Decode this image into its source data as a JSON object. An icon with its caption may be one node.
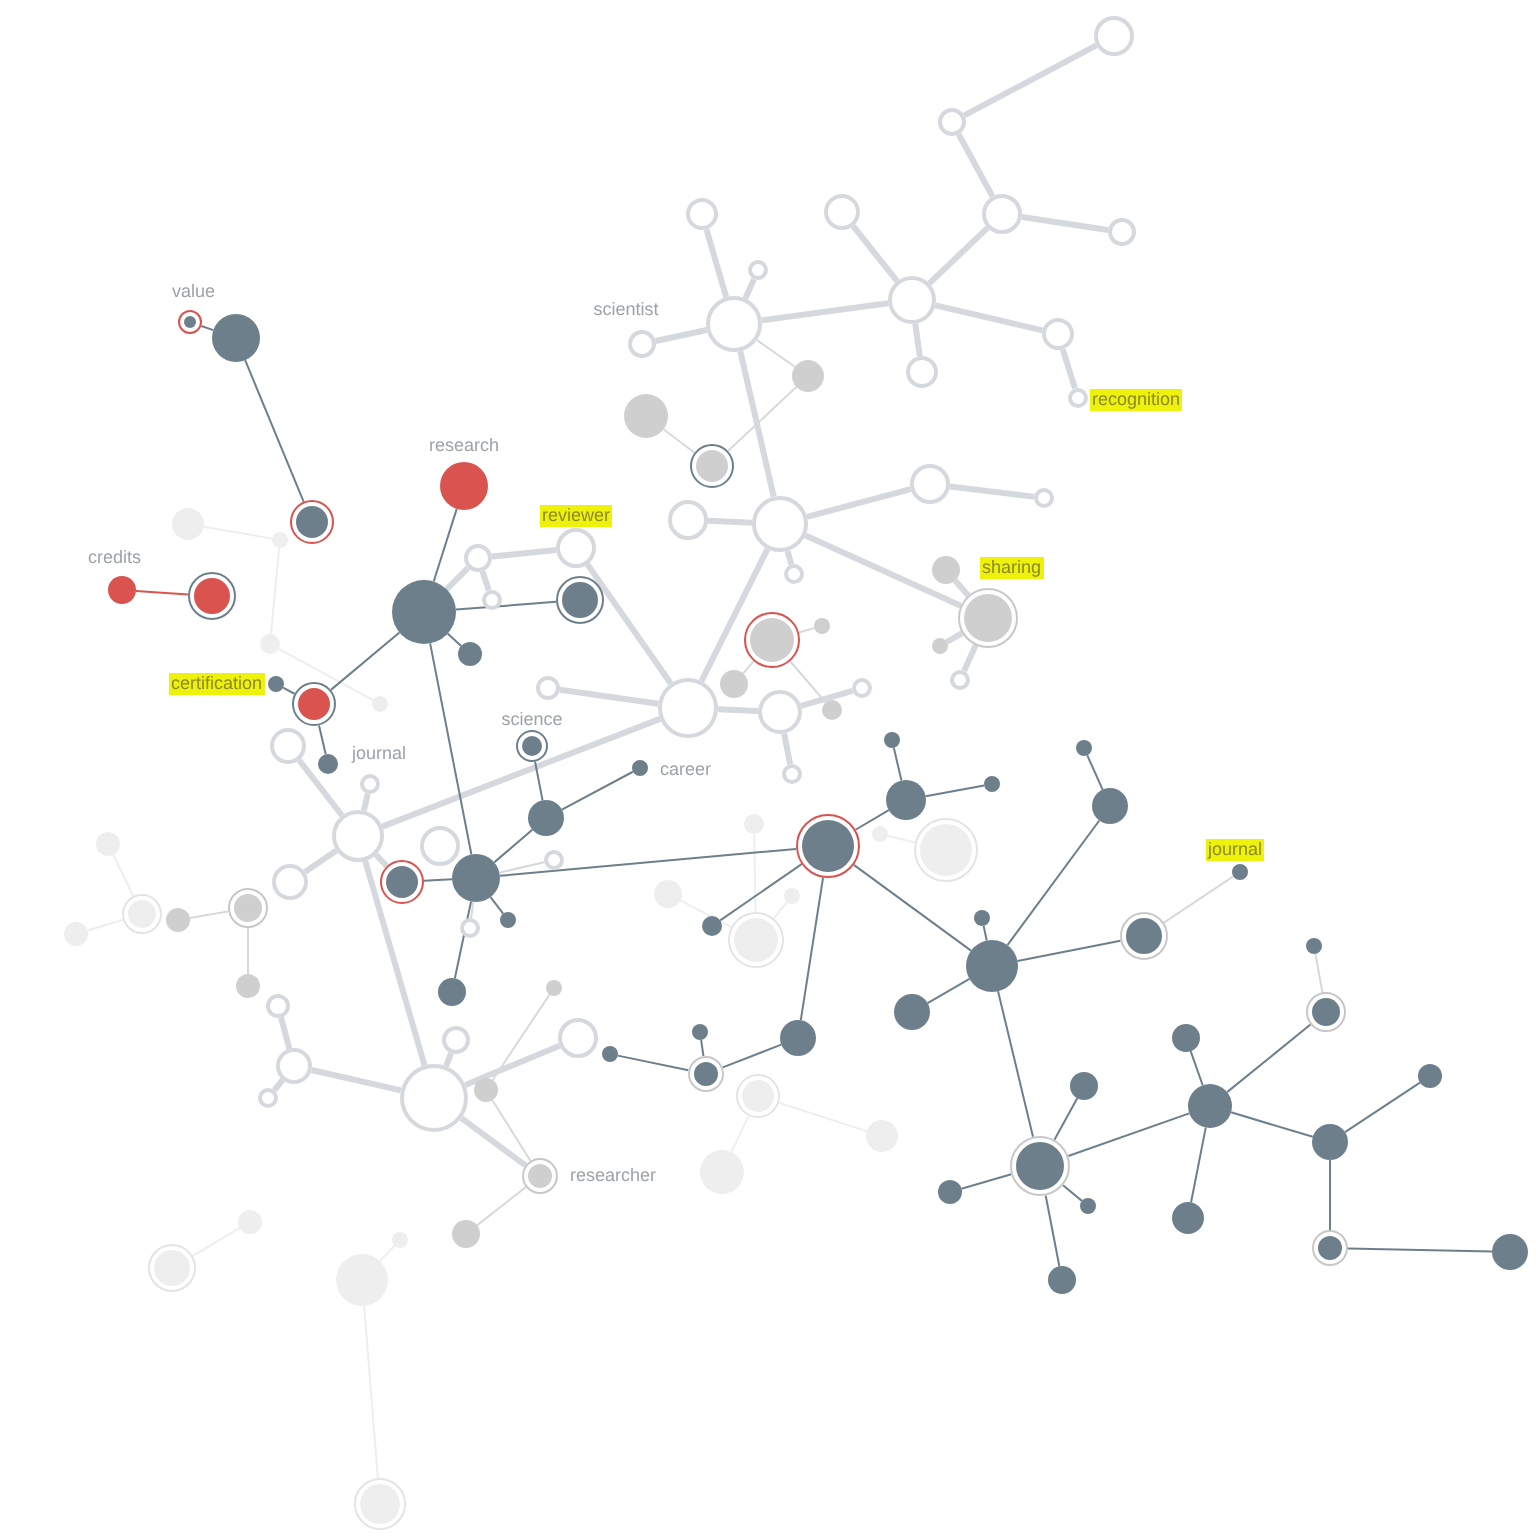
{
  "diagram": {
    "nodes": [
      {
        "text": [],
        "shape": "circle"
      },
      {
        "text": [],
        "shape": "circle"
      },
      {
        "text": [],
        "shape": "circle"
      },
      {
        "text": [],
        "shape": "circle"
      },
      {
        "text": [],
        "shape": "circle"
      },
      {
        "text": [],
        "shape": "circle"
      },
      {
        "text": [],
        "shape": "circle"
      },
      {
        "text": [],
        "shape": "circle"
      },
      {
        "text": [],
        "shape": "circle",
        "beside": [
          "recognition"
        ]
      },
      {
        "text": [],
        "shape": "circle"
      },
      {
        "text": [],
        "shape": "circle"
      },
      {
        "text": [],
        "shape": "circle"
      },
      {
        "text": [],
        "shape": "circle",
        "beside": [
          "scientist"
        ]
      },
      {
        "text": [],
        "shape": "circle"
      },
      {
        "text": [],
        "shape": "circle"
      },
      {
        "text": [],
        "shape": "circle"
      },
      {
        "text": [],
        "shape": "circle"
      },
      {
        "text": [],
        "shape": "circle"
      },
      {
        "text": [],
        "shape": "circle"
      },
      {
        "text": [],
        "shape": "circle"
      },
      {
        "text": [],
        "shape": "circle"
      },
      {
        "text": [],
        "shape": "circle"
      },
      {
        "text": [],
        "shape": "circle",
        "beside": [
          "sharing"
        ]
      },
      {
        "text": [],
        "shape": "circle"
      },
      {
        "text": [],
        "shape": "circle"
      },
      {
        "text": [],
        "shape": "circle"
      },
      {
        "text": [],
        "shape": "circle"
      },
      {
        "text": [],
        "shape": "circle"
      },
      {
        "text": [],
        "shape": "circle"
      },
      {
        "text": [],
        "shape": "circle"
      },
      {
        "text": [],
        "shape": "circle"
      },
      {
        "text": [],
        "shape": "circle"
      },
      {
        "text": [],
        "shape": "circle"
      },
      {
        "text": [],
        "shape": "circle",
        "beside": [
          "value"
        ]
      },
      {
        "text": [],
        "shape": "circle"
      },
      {
        "text": [],
        "shape": "circle"
      },
      {
        "text": [],
        "shape": "circle"
      },
      {
        "text": [],
        "shape": "circle"
      },
      {
        "text": [],
        "shape": "circle"
      },
      {
        "text": [],
        "shape": "circle",
        "beside": [
          "research"
        ]
      },
      {
        "text": [],
        "shape": "circle",
        "beside": [
          "credits"
        ]
      },
      {
        "text": [],
        "shape": "circle"
      },
      {
        "text": [],
        "shape": "circle"
      },
      {
        "text": [],
        "shape": "circle",
        "beside": [
          "reviewer"
        ]
      },
      {
        "text": [],
        "shape": "circle"
      },
      {
        "text": [],
        "shape": "circle"
      },
      {
        "text": [],
        "shape": "circle"
      },
      {
        "text": [],
        "shape": "circle"
      },
      {
        "text": [],
        "shape": "circle",
        "beside": [
          "certification"
        ]
      },
      {
        "text": [],
        "shape": "circle"
      },
      {
        "text": [],
        "shape": "circle"
      },
      {
        "text": [],
        "shape": "circle"
      },
      {
        "text": [],
        "shape": "circle"
      },
      {
        "text": [],
        "shape": "circle",
        "beside": [
          "science"
        ]
      },
      {
        "text": [],
        "shape": "circle"
      },
      {
        "text": [],
        "shape": "circle",
        "beside": [
          "journal"
        ]
      },
      {
        "text": [],
        "shape": "circle",
        "beside": [
          "career"
        ]
      },
      {
        "text": [],
        "shape": "circle"
      },
      {
        "text": [],
        "shape": "circle"
      },
      {
        "text": [],
        "shape": "circle"
      },
      {
        "text": [],
        "shape": "circle"
      },
      {
        "text": [],
        "shape": "circle"
      },
      {
        "text": [],
        "shape": "circle"
      },
      {
        "text": [],
        "shape": "circle"
      },
      {
        "text": [],
        "shape": "circle"
      },
      {
        "text": [],
        "shape": "circle"
      },
      {
        "text": [],
        "shape": "circle"
      },
      {
        "text": [],
        "shape": "circle"
      },
      {
        "text": [],
        "shape": "circle"
      },
      {
        "text": [],
        "shape": "circle"
      },
      {
        "text": [],
        "shape": "circle"
      },
      {
        "text": [],
        "shape": "circle"
      },
      {
        "text": [],
        "shape": "circle"
      },
      {
        "text": [],
        "shape": "circle"
      },
      {
        "text": [],
        "shape": "circle"
      },
      {
        "text": [],
        "shape": "circle"
      },
      {
        "text": [],
        "shape": "circle"
      },
      {
        "text": [],
        "shape": "circle"
      },
      {
        "text": [],
        "shape": "circle"
      },
      {
        "text": [],
        "shape": "circle"
      },
      {
        "text": [],
        "shape": "circle"
      },
      {
        "text": [],
        "shape": "circle"
      },
      {
        "text": [],
        "shape": "circle",
        "beside": [
          "researcher"
        ]
      },
      {
        "text": [],
        "shape": "circle"
      },
      {
        "text": [],
        "shape": "circle"
      },
      {
        "text": [],
        "shape": "circle"
      },
      {
        "text": [],
        "shape": "circle"
      },
      {
        "text": [],
        "shape": "circle"
      },
      {
        "text": [],
        "shape": "circle"
      },
      {
        "text": [],
        "shape": "circle"
      },
      {
        "text": [],
        "shape": "circle"
      },
      {
        "text": [],
        "shape": "circle"
      },
      {
        "text": [],
        "shape": "circle"
      },
      {
        "text": [],
        "shape": "circle"
      },
      {
        "text": [],
        "shape": "circle"
      },
      {
        "text": [],
        "shape": "circle"
      },
      {
        "text": [],
        "shape": "circle"
      },
      {
        "text": [],
        "shape": "circle"
      },
      {
        "text": [],
        "shape": "circle"
      },
      {
        "text": [],
        "shape": "circle"
      },
      {
        "text": [],
        "shape": "circle"
      },
      {
        "text": [],
        "shape": "circle"
      },
      {
        "text": [],
        "shape": "circle"
      },
      {
        "text": [],
        "shape": "circle"
      },
      {
        "text": [],
        "shape": "circle"
      },
      {
        "text": [],
        "shape": "circle"
      },
      {
        "text": [],
        "shape": "circle"
      },
      {
        "text": [],
        "shape": "circle"
      },
      {
        "text": [],
        "shape": "circle"
      },
      {
        "text": [],
        "shape": "circle"
      },
      {
        "text": [],
        "shape": "circle"
      },
      {
        "text": [],
        "shape": "circle"
      },
      {
        "text": [],
        "shape": "circle",
        "beside": [
          "journal"
        ]
      },
      {
        "text": [],
        "shape": "circle"
      },
      {
        "text": [],
        "shape": "circle"
      },
      {
        "text": [],
        "shape": "circle"
      },
      {
        "text": [],
        "shape": "circle"
      },
      {
        "text": [],
        "shape": "circle"
      },
      {
        "text": [],
        "shape": "circle"
      },
      {
        "text": [],
        "shape": "circle"
      },
      {
        "text": [],
        "shape": "circle"
      },
      {
        "text": [],
        "shape": "circle"
      },
      {
        "text": [],
        "shape": "circle"
      },
      {
        "text": [],
        "shape": "circle"
      },
      {
        "text": [],
        "shape": "circle"
      },
      {
        "text": [],
        "shape": "circle"
      },
      {
        "text": [],
        "shape": "circle"
      }
    ],
    "edges": [
      {
        "from": 0,
        "to": 1,
        "arrow": "none",
        "style": "thick",
        "color": "#d5d9de"
      },
      {
        "from": 1,
        "to": 2,
        "arrow": "none",
        "style": "thick",
        "color": "#d5d9de"
      },
      {
        "from": 2,
        "to": 3,
        "arrow": "none",
        "style": "thick",
        "color": "#d5d9de"
      },
      {
        "from": 2,
        "to": 5,
        "arrow": "none",
        "style": "thick",
        "color": "#d5d9de"
      },
      {
        "from": 4,
        "to": 5,
        "arrow": "none",
        "style": "thick",
        "color": "#d5d9de"
      },
      {
        "from": 5,
        "to": 6,
        "arrow": "none",
        "style": "thick",
        "color": "#d5d9de"
      },
      {
        "from": 5,
        "to": 7,
        "arrow": "none",
        "style": "thick",
        "color": "#d5d9de"
      },
      {
        "from": 7,
        "to": 8,
        "arrow": "none",
        "style": "thick",
        "color": "#d5d9de"
      },
      {
        "from": 5,
        "to": 11,
        "arrow": "none",
        "style": "thick",
        "color": "#d5d9de"
      },
      {
        "from": 9,
        "to": 11,
        "arrow": "none",
        "style": "thick",
        "color": "#d5d9de"
      },
      {
        "from": 10,
        "to": 11,
        "arrow": "none",
        "style": "thick",
        "color": "#d5d9de"
      },
      {
        "from": 11,
        "to": 12,
        "arrow": "none",
        "style": "thick",
        "color": "#d5d9de"
      },
      {
        "from": 11,
        "to": 16,
        "arrow": "none",
        "style": "thick",
        "color": "#d5d9de"
      },
      {
        "from": 16,
        "to": 17,
        "arrow": "none",
        "style": "thick",
        "color": "#d5d9de"
      },
      {
        "from": 16,
        "to": 18,
        "arrow": "none",
        "style": "thick",
        "color": "#d5d9de"
      },
      {
        "from": 18,
        "to": 19,
        "arrow": "none",
        "style": "thick",
        "color": "#d5d9de"
      },
      {
        "from": 16,
        "to": 20,
        "arrow": "none",
        "style": "thick",
        "color": "#d5d9de"
      },
      {
        "from": 16,
        "to": 22,
        "arrow": "none",
        "style": "thick",
        "color": "#d5d9de"
      },
      {
        "from": 21,
        "to": 22,
        "arrow": "none",
        "style": "thick",
        "color": "#d5d9de"
      },
      {
        "from": 22,
        "to": 23,
        "arrow": "none",
        "style": "thick",
        "color": "#d5d9de"
      },
      {
        "from": 22,
        "to": 24,
        "arrow": "none",
        "style": "thick",
        "color": "#d5d9de"
      },
      {
        "from": 16,
        "to": 28,
        "arrow": "none",
        "style": "thick",
        "color": "#d5d9de"
      },
      {
        "from": 28,
        "to": 29,
        "arrow": "none",
        "style": "thick",
        "color": "#d5d9de"
      },
      {
        "from": 29,
        "to": 30,
        "arrow": "none",
        "style": "thick",
        "color": "#d5d9de"
      },
      {
        "from": 29,
        "to": 32,
        "arrow": "none",
        "style": "thick",
        "color": "#d5d9de"
      },
      {
        "from": 28,
        "to": 43,
        "arrow": "none",
        "style": "thick",
        "color": "#d5d9de"
      },
      {
        "from": 28,
        "to": 51,
        "arrow": "none",
        "style": "thick",
        "color": "#d5d9de"
      },
      {
        "from": 28,
        "to": 57,
        "arrow": "none",
        "style": "thick",
        "color": "#d5d9de"
      },
      {
        "from": 42,
        "to": 43,
        "arrow": "none",
        "style": "thick",
        "color": "#d5d9de"
      },
      {
        "from": 42,
        "to": 44,
        "arrow": "none",
        "style": "thick",
        "color": "#d5d9de"
      },
      {
        "from": 42,
        "to": 45,
        "arrow": "none",
        "style": "thick",
        "color": "#d5d9de"
      },
      {
        "from": 52,
        "to": 57,
        "arrow": "none",
        "style": "thick",
        "color": "#d5d9de"
      },
      {
        "from": 54,
        "to": 57,
        "arrow": "none",
        "style": "thick",
        "color": "#d5d9de"
      },
      {
        "from": 57,
        "to": 63,
        "arrow": "none",
        "style": "thick",
        "color": "#d5d9de"
      },
      {
        "from": 57,
        "to": 60,
        "arrow": "none",
        "style": "thick",
        "color": "#d5d9de"
      },
      {
        "from": 57,
        "to": 78,
        "arrow": "none",
        "style": "thick",
        "color": "#d5d9de"
      },
      {
        "from": 61,
        "to": 62,
        "arrow": "none",
        "color": "#d5d9de"
      },
      {
        "from": 61,
        "to": 64,
        "arrow": "none",
        "color": "#d5d9de"
      },
      {
        "from": 73,
        "to": 74,
        "arrow": "none",
        "style": "thick",
        "color": "#d5d9de"
      },
      {
        "from": 74,
        "to": 75,
        "arrow": "none",
        "style": "thick",
        "color": "#d5d9de"
      },
      {
        "from": 74,
        "to": 78,
        "arrow": "none",
        "style": "thick",
        "color": "#d5d9de"
      },
      {
        "from": 76,
        "to": 78,
        "arrow": "none",
        "style": "thick",
        "color": "#d5d9de"
      },
      {
        "from": 78,
        "to": 80,
        "arrow": "none",
        "style": "thick",
        "color": "#d5d9de"
      },
      {
        "from": 78,
        "to": 82,
        "arrow": "none",
        "style": "thick",
        "color": "#d5d9de"
      },
      {
        "from": 13,
        "to": 11,
        "arrow": "none",
        "color": "#d5d9de"
      },
      {
        "from": 13,
        "to": 15,
        "arrow": "none",
        "color": "#d5d9de"
      },
      {
        "from": 14,
        "to": 15,
        "arrow": "none",
        "color": "#d5d9de"
      },
      {
        "from": 25,
        "to": 26,
        "arrow": "none",
        "color": "#d5d9de"
      },
      {
        "from": 25,
        "to": 27,
        "arrow": "none",
        "color": "#d5d9de"
      },
      {
        "from": 25,
        "to": 31,
        "arrow": "none",
        "color": "#d5d9de"
      },
      {
        "from": 79,
        "to": 77,
        "arrow": "none",
        "color": "#d5d9de"
      },
      {
        "from": 79,
        "to": 82,
        "arrow": "none",
        "color": "#d5d9de"
      },
      {
        "from": 82,
        "to": 83,
        "arrow": "none",
        "color": "#d5d9de"
      },
      {
        "from": 111,
        "to": 112,
        "arrow": "none",
        "color": "#d5d9de"
      },
      {
        "from": 122,
        "to": 121,
        "arrow": "none",
        "color": "#d5d9de"
      },
      {
        "from": 69,
        "to": 70,
        "arrow": "none",
        "color": "#d5d9de"
      },
      {
        "from": 70,
        "to": 71,
        "arrow": "none",
        "color": "#d5d9de"
      },
      {
        "from": 36,
        "to": 37,
        "arrow": "none",
        "color": "#eeeeee"
      },
      {
        "from": 37,
        "to": 38,
        "arrow": "none",
        "color": "#eeeeee"
      },
      {
        "from": 38,
        "to": 50,
        "arrow": "none",
        "color": "#eeeeee"
      },
      {
        "from": 66,
        "to": 67,
        "arrow": "none",
        "color": "#eeeeee"
      },
      {
        "from": 67,
        "to": 68,
        "arrow": "none",
        "color": "#eeeeee"
      },
      {
        "from": 84,
        "to": 85,
        "arrow": "none",
        "color": "#eeeeee"
      },
      {
        "from": 86,
        "to": 87,
        "arrow": "none",
        "color": "#eeeeee"
      },
      {
        "from": 86,
        "to": 88,
        "arrow": "none",
        "color": "#eeeeee"
      },
      {
        "from": 93,
        "to": 94,
        "arrow": "none",
        "color": "#eeeeee"
      },
      {
        "from": 95,
        "to": 97,
        "arrow": "none",
        "color": "#eeeeee"
      },
      {
        "from": 96,
        "to": 97,
        "arrow": "none",
        "color": "#eeeeee"
      },
      {
        "from": 97,
        "to": 98,
        "arrow": "none",
        "color": "#eeeeee"
      },
      {
        "from": 103,
        "to": 104,
        "arrow": "none",
        "color": "#eeeeee"
      },
      {
        "from": 103,
        "to": 105,
        "arrow": "none",
        "color": "#eeeeee"
      },
      {
        "from": 40,
        "to": 41,
        "arrow": "none",
        "color": "#d9534f"
      },
      {
        "from": 34,
        "to": 33,
        "arrow": "none",
        "color": "#6e7f8c"
      },
      {
        "from": 34,
        "to": 35,
        "arrow": "none",
        "color": "#6e7f8c"
      },
      {
        "from": 39,
        "to": 45,
        "arrow": "none",
        "color": "#6e7f8c"
      },
      {
        "from": 45,
        "to": 46,
        "arrow": "none",
        "color": "#6e7f8c"
      },
      {
        "from": 45,
        "to": 47,
        "arrow": "none",
        "color": "#6e7f8c"
      },
      {
        "from": 45,
        "to": 49,
        "arrow": "none",
        "color": "#6e7f8c"
      },
      {
        "from": 49,
        "to": 48,
        "arrow": "none",
        "color": "#6e7f8c"
      },
      {
        "from": 49,
        "to": 55,
        "arrow": "none",
        "color": "#6e7f8c"
      },
      {
        "from": 45,
        "to": 61,
        "arrow": "none",
        "color": "#6e7f8c"
      },
      {
        "from": 53,
        "to": 58,
        "arrow": "none",
        "color": "#6e7f8c"
      },
      {
        "from": 58,
        "to": 56,
        "arrow": "none",
        "color": "#6e7f8c"
      },
      {
        "from": 58,
        "to": 61,
        "arrow": "none",
        "color": "#6e7f8c"
      },
      {
        "from": 61,
        "to": 60,
        "arrow": "none",
        "color": "#6e7f8c"
      },
      {
        "from": 61,
        "to": 65,
        "arrow": "none",
        "color": "#6e7f8c"
      },
      {
        "from": 61,
        "to": 72,
        "arrow": "none",
        "color": "#6e7f8c"
      },
      {
        "from": 61,
        "to": 89,
        "arrow": "none",
        "color": "#6e7f8c"
      },
      {
        "from": 89,
        "to": 99,
        "arrow": "none",
        "color": "#6e7f8c"
      },
      {
        "from": 89,
        "to": 91,
        "arrow": "none",
        "color": "#6e7f8c"
      },
      {
        "from": 89,
        "to": 100,
        "arrow": "none",
        "color": "#6e7f8c"
      },
      {
        "from": 89,
        "to": 109,
        "arrow": "none",
        "color": "#6e7f8c"
      },
      {
        "from": 91,
        "to": 90,
        "arrow": "none",
        "color": "#6e7f8c"
      },
      {
        "from": 91,
        "to": 92,
        "arrow": "none",
        "color": "#6e7f8c"
      },
      {
        "from": 100,
        "to": 102,
        "arrow": "none",
        "color": "#6e7f8c"
      },
      {
        "from": 102,
        "to": 101,
        "arrow": "none",
        "color": "#6e7f8c"
      },
      {
        "from": 102,
        "to": 81,
        "arrow": "none",
        "color": "#6e7f8c"
      },
      {
        "from": 107,
        "to": 106,
        "arrow": "none",
        "color": "#6e7f8c"
      },
      {
        "from": 107,
        "to": 109,
        "arrow": "none",
        "color": "#6e7f8c"
      },
      {
        "from": 109,
        "to": 108,
        "arrow": "none",
        "color": "#6e7f8c"
      },
      {
        "from": 109,
        "to": 110,
        "arrow": "none",
        "color": "#6e7f8c"
      },
      {
        "from": 109,
        "to": 111,
        "arrow": "none",
        "color": "#6e7f8c"
      },
      {
        "from": 109,
        "to": 114,
        "arrow": "none",
        "color": "#6e7f8c"
      },
      {
        "from": 114,
        "to": 115,
        "arrow": "none",
        "color": "#6e7f8c"
      },
      {
        "from": 114,
        "to": 116,
        "arrow": "none",
        "color": "#6e7f8c"
      },
      {
        "from": 114,
        "to": 117,
        "arrow": "none",
        "color": "#6e7f8c"
      },
      {
        "from": 114,
        "to": 113,
        "arrow": "none",
        "color": "#6e7f8c"
      },
      {
        "from": 114,
        "to": 119,
        "arrow": "none",
        "color": "#6e7f8c"
      },
      {
        "from": 119,
        "to": 118,
        "arrow": "none",
        "color": "#6e7f8c"
      },
      {
        "from": 119,
        "to": 120,
        "arrow": "none",
        "color": "#6e7f8c"
      },
      {
        "from": 119,
        "to": 122,
        "arrow": "none",
        "color": "#6e7f8c"
      },
      {
        "from": 119,
        "to": 124,
        "arrow": "none",
        "color": "#6e7f8c"
      },
      {
        "from": 124,
        "to": 123,
        "arrow": "none",
        "color": "#6e7f8c"
      },
      {
        "from": 124,
        "to": 125,
        "arrow": "none",
        "color": "#6e7f8c"
      },
      {
        "from": 125,
        "to": 126,
        "arrow": "none",
        "color": "#6e7f8c"
      }
    ]
  }
}
